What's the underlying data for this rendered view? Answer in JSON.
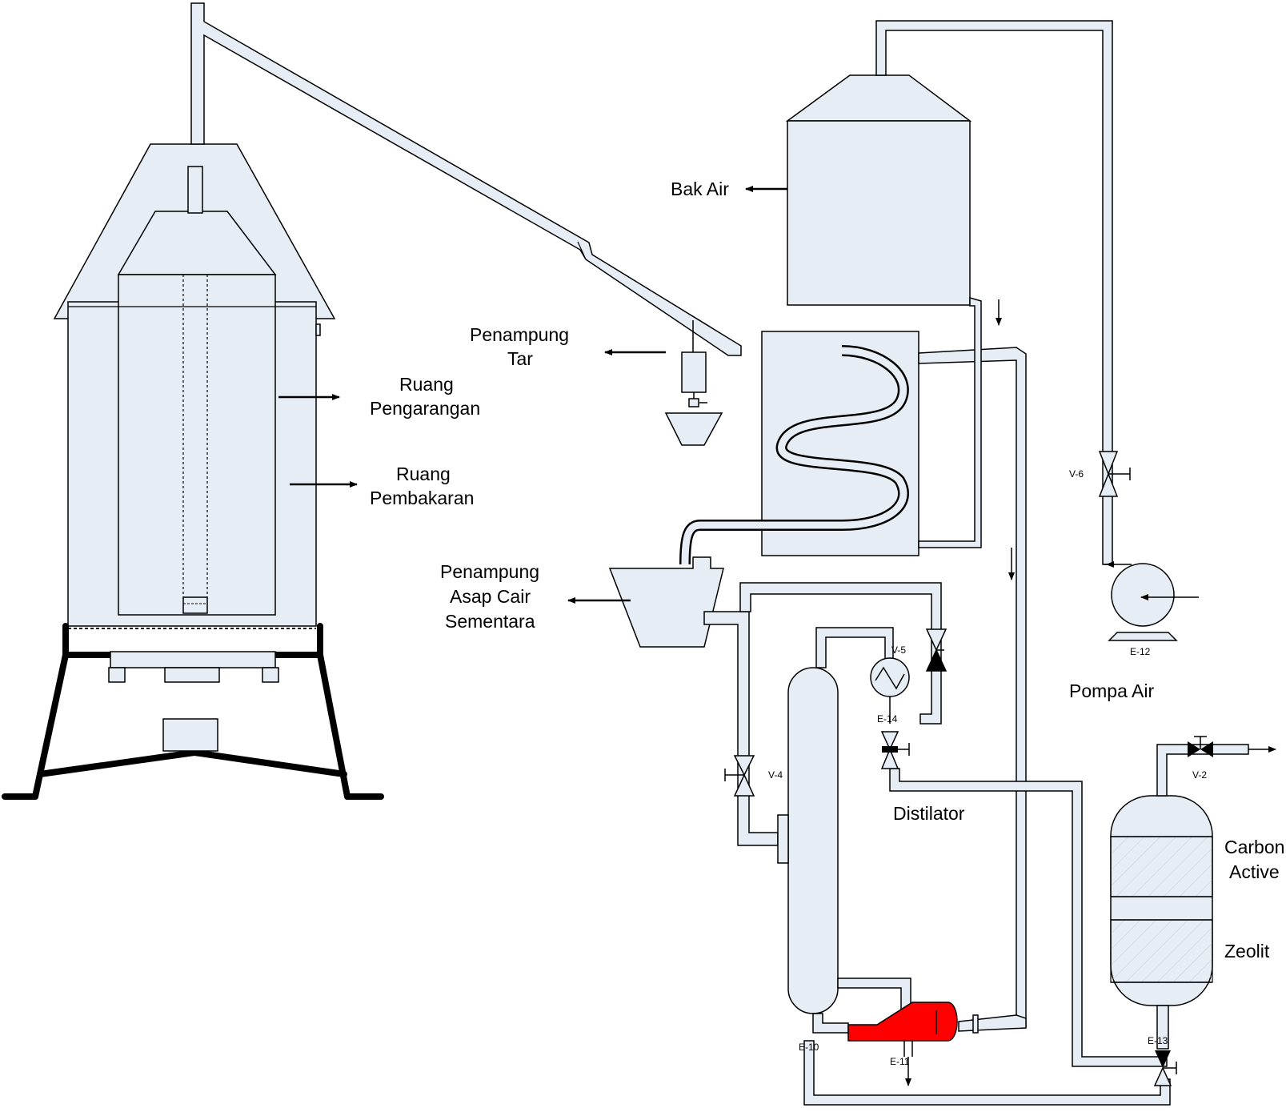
{
  "labels": {
    "bak_air": "Bak Air",
    "penampung_tar_1": "Penampung",
    "penampung_tar_2": "Tar",
    "ruang_pengarangan_1": "Ruang",
    "ruang_pengarangan_2": "Pengarangan",
    "ruang_pembakaran_1": "Ruang",
    "ruang_pembakaran_2": "Pembakaran",
    "penampung_asap_1": "Penampung",
    "penampung_asap_2": "Asap Cair",
    "penampung_asap_3": "Sementara",
    "distilator": "Distilator",
    "pompa_air": "Pompa Air",
    "carbon_1": "Carbon",
    "carbon_2": "Active",
    "zeolit": "Zeolit"
  },
  "tags": {
    "v6": "V-6",
    "v5": "V-5",
    "v4": "V-4",
    "v2": "V-2",
    "e12": "E-12",
    "e14": "E-14",
    "e10": "E-10",
    "e11": "E-11",
    "e13": "E-13"
  },
  "colors": {
    "equipment_fill": "#e6edf5",
    "reboiler": "#ff0000",
    "line": "#000000"
  }
}
